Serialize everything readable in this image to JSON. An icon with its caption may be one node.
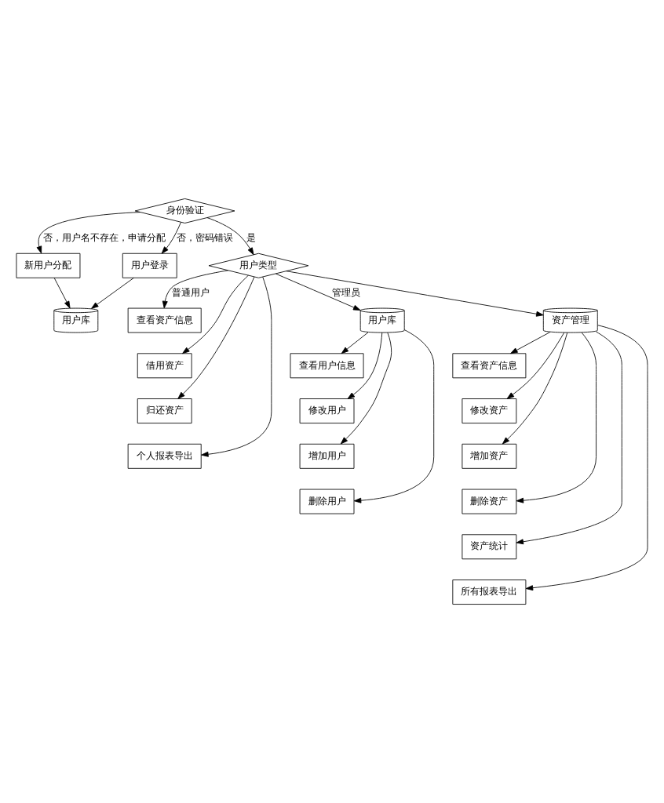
{
  "diagram": {
    "nodes": [
      {
        "text": [
          "用户库"
        ]
      },
      {
        "text": [
          "新用户分配"
        ]
      },
      {
        "text": [
          "用户登录"
        ]
      },
      {
        "text": [
          "身份验证"
        ]
      },
      {
        "text": [
          "用户类型"
        ]
      },
      {
        "text": [
          "查看资产信息"
        ]
      },
      {
        "text": [
          "借用资产"
        ]
      },
      {
        "text": [
          "归还资产"
        ]
      },
      {
        "text": [
          "个人报表导出"
        ]
      },
      {
        "text": [
          "用户库"
        ]
      },
      {
        "text": [
          "资产管理"
        ]
      },
      {
        "text": [
          "查看用户信息"
        ]
      },
      {
        "text": [
          "修改用户"
        ]
      },
      {
        "text": [
          "增加用户"
        ]
      },
      {
        "text": [
          "删除用户"
        ]
      },
      {
        "text": [
          "查看资产信息"
        ]
      },
      {
        "text": [
          "修改资产"
        ]
      },
      {
        "text": [
          "增加资产"
        ]
      },
      {
        "text": [
          "删除资产"
        ]
      },
      {
        "text": [
          "资产统计"
        ]
      },
      {
        "text": [
          "所有报表导出"
        ]
      }
    ],
    "edges": [
      {
        "from": 2,
        "to": 0,
        "arrow": "to"
      },
      {
        "from": 1,
        "to": 0,
        "arrow": "to"
      },
      {
        "from": 3,
        "to": 1,
        "arrow": "to",
        "label": "否，用户名不存在，申请分配"
      },
      {
        "from": 3,
        "to": 2,
        "arrow": "to",
        "label": "否，密码错误"
      },
      {
        "from": 3,
        "to": 4,
        "arrow": "to",
        "label": "是"
      },
      {
        "from": 4,
        "to": 5,
        "arrow": "to",
        "label": "普通用户"
      },
      {
        "from": 4,
        "to": 6,
        "arrow": "to"
      },
      {
        "from": 4,
        "to": 7,
        "arrow": "to"
      },
      {
        "from": 4,
        "to": 8,
        "arrow": "to"
      },
      {
        "from": 4,
        "to": 9,
        "arrow": "to",
        "label": "管理员"
      },
      {
        "from": 4,
        "to": 10,
        "arrow": "to"
      },
      {
        "from": 9,
        "to": 11,
        "arrow": "to"
      },
      {
        "from": 9,
        "to": 12,
        "arrow": "to"
      },
      {
        "from": 9,
        "to": 13,
        "arrow": "to"
      },
      {
        "from": 9,
        "to": 14,
        "arrow": "to"
      },
      {
        "from": 10,
        "to": 15,
        "arrow": "to"
      },
      {
        "from": 10,
        "to": 16,
        "arrow": "to"
      },
      {
        "from": 10,
        "to": 17,
        "arrow": "to"
      },
      {
        "from": 10,
        "to": 18,
        "arrow": "to"
      },
      {
        "from": 10,
        "to": 19,
        "arrow": "to"
      },
      {
        "from": 10,
        "to": 20,
        "arrow": "to"
      }
    ]
  }
}
